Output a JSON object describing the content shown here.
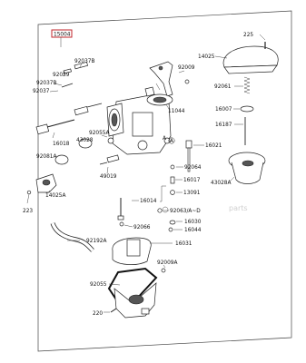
{
  "assembly_label": "15004",
  "watermark": "parts",
  "parts": {
    "p225": "225",
    "p14025": "14025",
    "p92037b": "92037B",
    "p92059": "92059",
    "p92009": "92009",
    "p92037b_2": "92037B",
    "p92061": "92061",
    "p92037": "92037",
    "p16007": "16007",
    "p11044": "11044",
    "p16187": "16187",
    "p92055a": "92055A",
    "p43028": "43028",
    "p16018": "16018",
    "p16021": "16021",
    "p92081a": "92081A",
    "p92064": "92064",
    "p43028a": "43028A",
    "p16017": "16017",
    "p49019": "49019",
    "p13091": "13091",
    "p14025a": "14025A",
    "p16014": "16014",
    "p92063": "92063/A~D",
    "p223": "223",
    "p16030": "16030",
    "p16044": "16044",
    "p92066": "92066",
    "p92192a": "92192A",
    "p16031": "16031",
    "p92009a": "92009A",
    "p92055": "92055",
    "p220": "220"
  }
}
